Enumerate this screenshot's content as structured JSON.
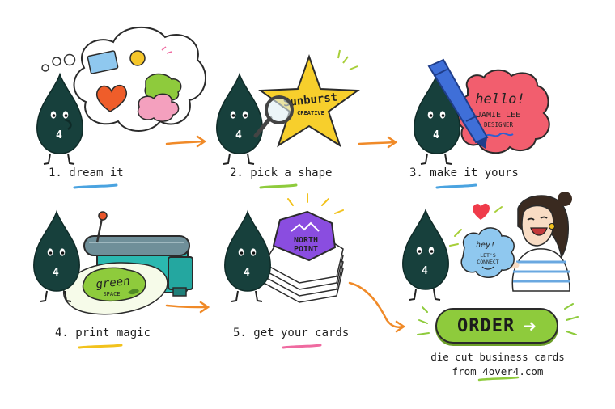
{
  "steps": [
    {
      "label": "1. dream it"
    },
    {
      "label": "2. pick a shape"
    },
    {
      "label": "3. make it yours"
    },
    {
      "label": "4. print magic"
    },
    {
      "label": "5. get your cards"
    }
  ],
  "mascot_badge": "4",
  "star_card": {
    "line1": "Sunburst",
    "line2": "CREATIVE"
  },
  "custom_card": {
    "greeting": "hello!",
    "name": "JAMIE LEE",
    "role": "DESIGNER"
  },
  "print_card": {
    "line1": "green",
    "line2": "SPACE"
  },
  "hex_card": {
    "line1": "NORTH",
    "line2": "POINT"
  },
  "cloud_card": {
    "line1": "hey!",
    "line2": "LET'S",
    "line3": "CONNECT"
  },
  "cta": {
    "label": "ORDER",
    "arrow": "➜"
  },
  "footer": {
    "line1": "die cut business cards",
    "line2": "from 4over4.com"
  },
  "colors": {
    "mascot": "#17403c",
    "orange_arrow": "#f08a28",
    "cta_green": "#8ecb3c",
    "underline_blue": "#4aa3e0",
    "underline_green": "#8ecb3c",
    "underline_yellow": "#f2c21c",
    "underline_pink": "#ef6aa0"
  }
}
